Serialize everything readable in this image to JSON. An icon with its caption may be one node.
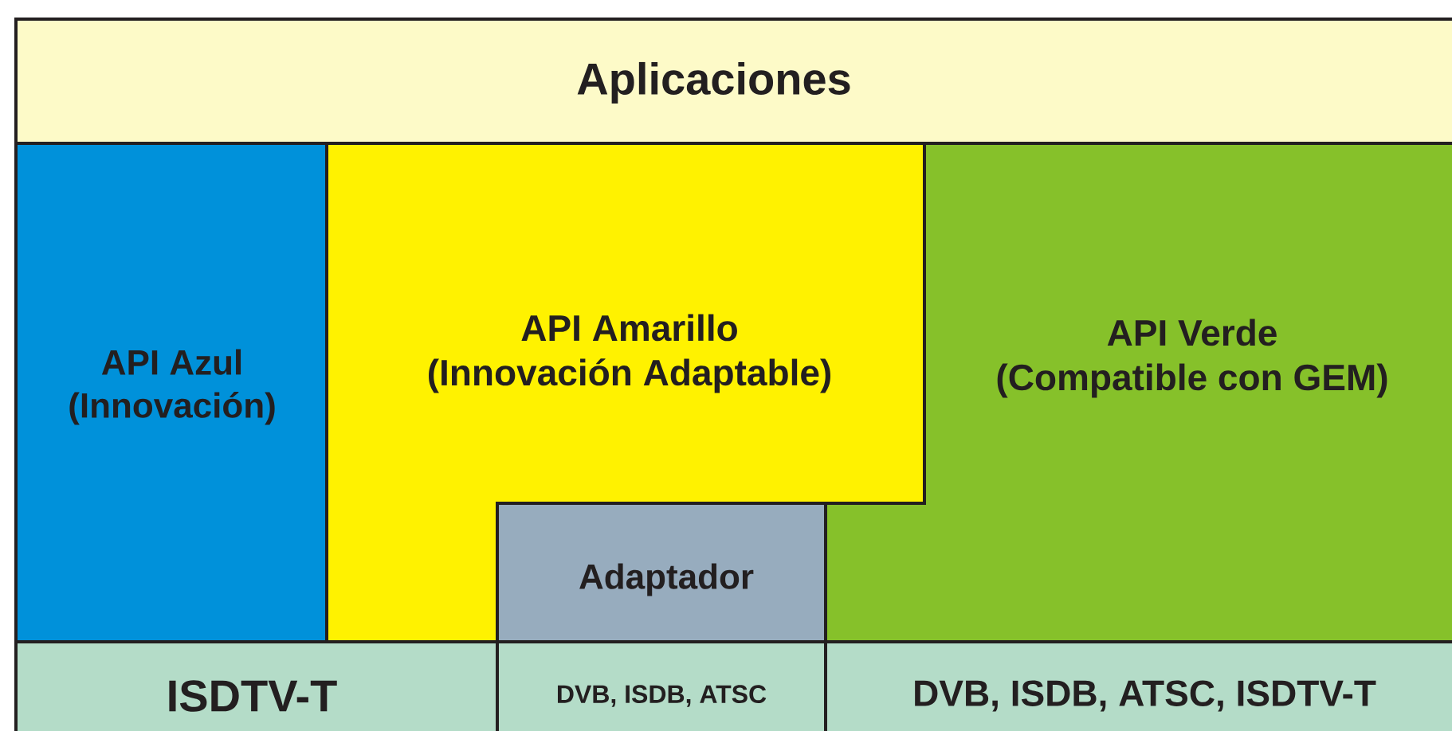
{
  "diagram": {
    "nodes": [
      {
        "text": [
          "Aplicaciones"
        ]
      },
      {
        "text": [
          "API Azul",
          "(Innovación)"
        ]
      },
      {
        "text": [
          "API Amarillo",
          "(Innovación Adaptable)"
        ]
      },
      {
        "text": [
          "API Verde",
          "(Compatible con GEM)"
        ]
      },
      {
        "text": [
          "Adaptador"
        ]
      },
      {
        "text": [
          "ISDTV-T"
        ]
      },
      {
        "text": [
          "DVB, ISDB, ATSC"
        ]
      },
      {
        "text": [
          "DVB, ISDB, ATSC, ISDTV-T"
        ]
      }
    ]
  }
}
